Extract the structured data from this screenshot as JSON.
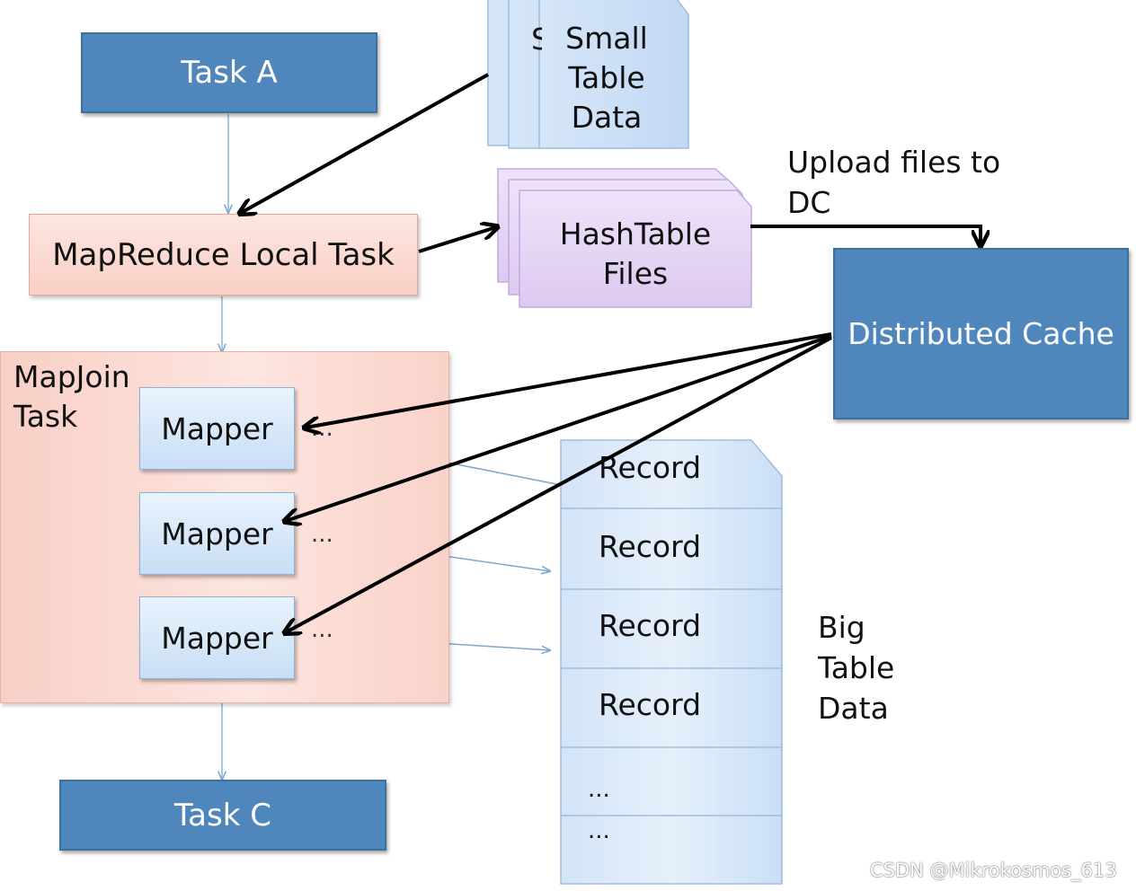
{
  "task_a": "Task A",
  "task_c": "Task C",
  "local_task": "MapReduce Local Task",
  "small_table": {
    "line1": "Small",
    "line2": "Table",
    "line3": "Data",
    "hidden_fragment": "S"
  },
  "hashtable": {
    "line1": "HashTable",
    "line2": "Files"
  },
  "upload_label": {
    "line1": "Upload files to",
    "line2": "DC"
  },
  "distributed_cache": "Distributed Cache",
  "mapjoin": {
    "line1": "MapJoin",
    "line2": "Task"
  },
  "mappers": [
    "Mapper",
    "Mapper",
    "Mapper"
  ],
  "mapper_dots": "...",
  "big_table": {
    "records": [
      "Record",
      "Record",
      "Record",
      "Record"
    ],
    "ellipses": [
      "...",
      "..."
    ],
    "label": {
      "line1": "Big",
      "line2": "Table",
      "line3": "Data"
    }
  },
  "watermark": "CSDN @Mikrokosmos_613",
  "colors": {
    "task_blue": "#4f87bd",
    "local_task_pink": "#f8cfc5",
    "mapper_blue": "#c8def5",
    "hashtable_purple": "#e6d6f4",
    "small_table_blue": "#cfe2f7"
  }
}
